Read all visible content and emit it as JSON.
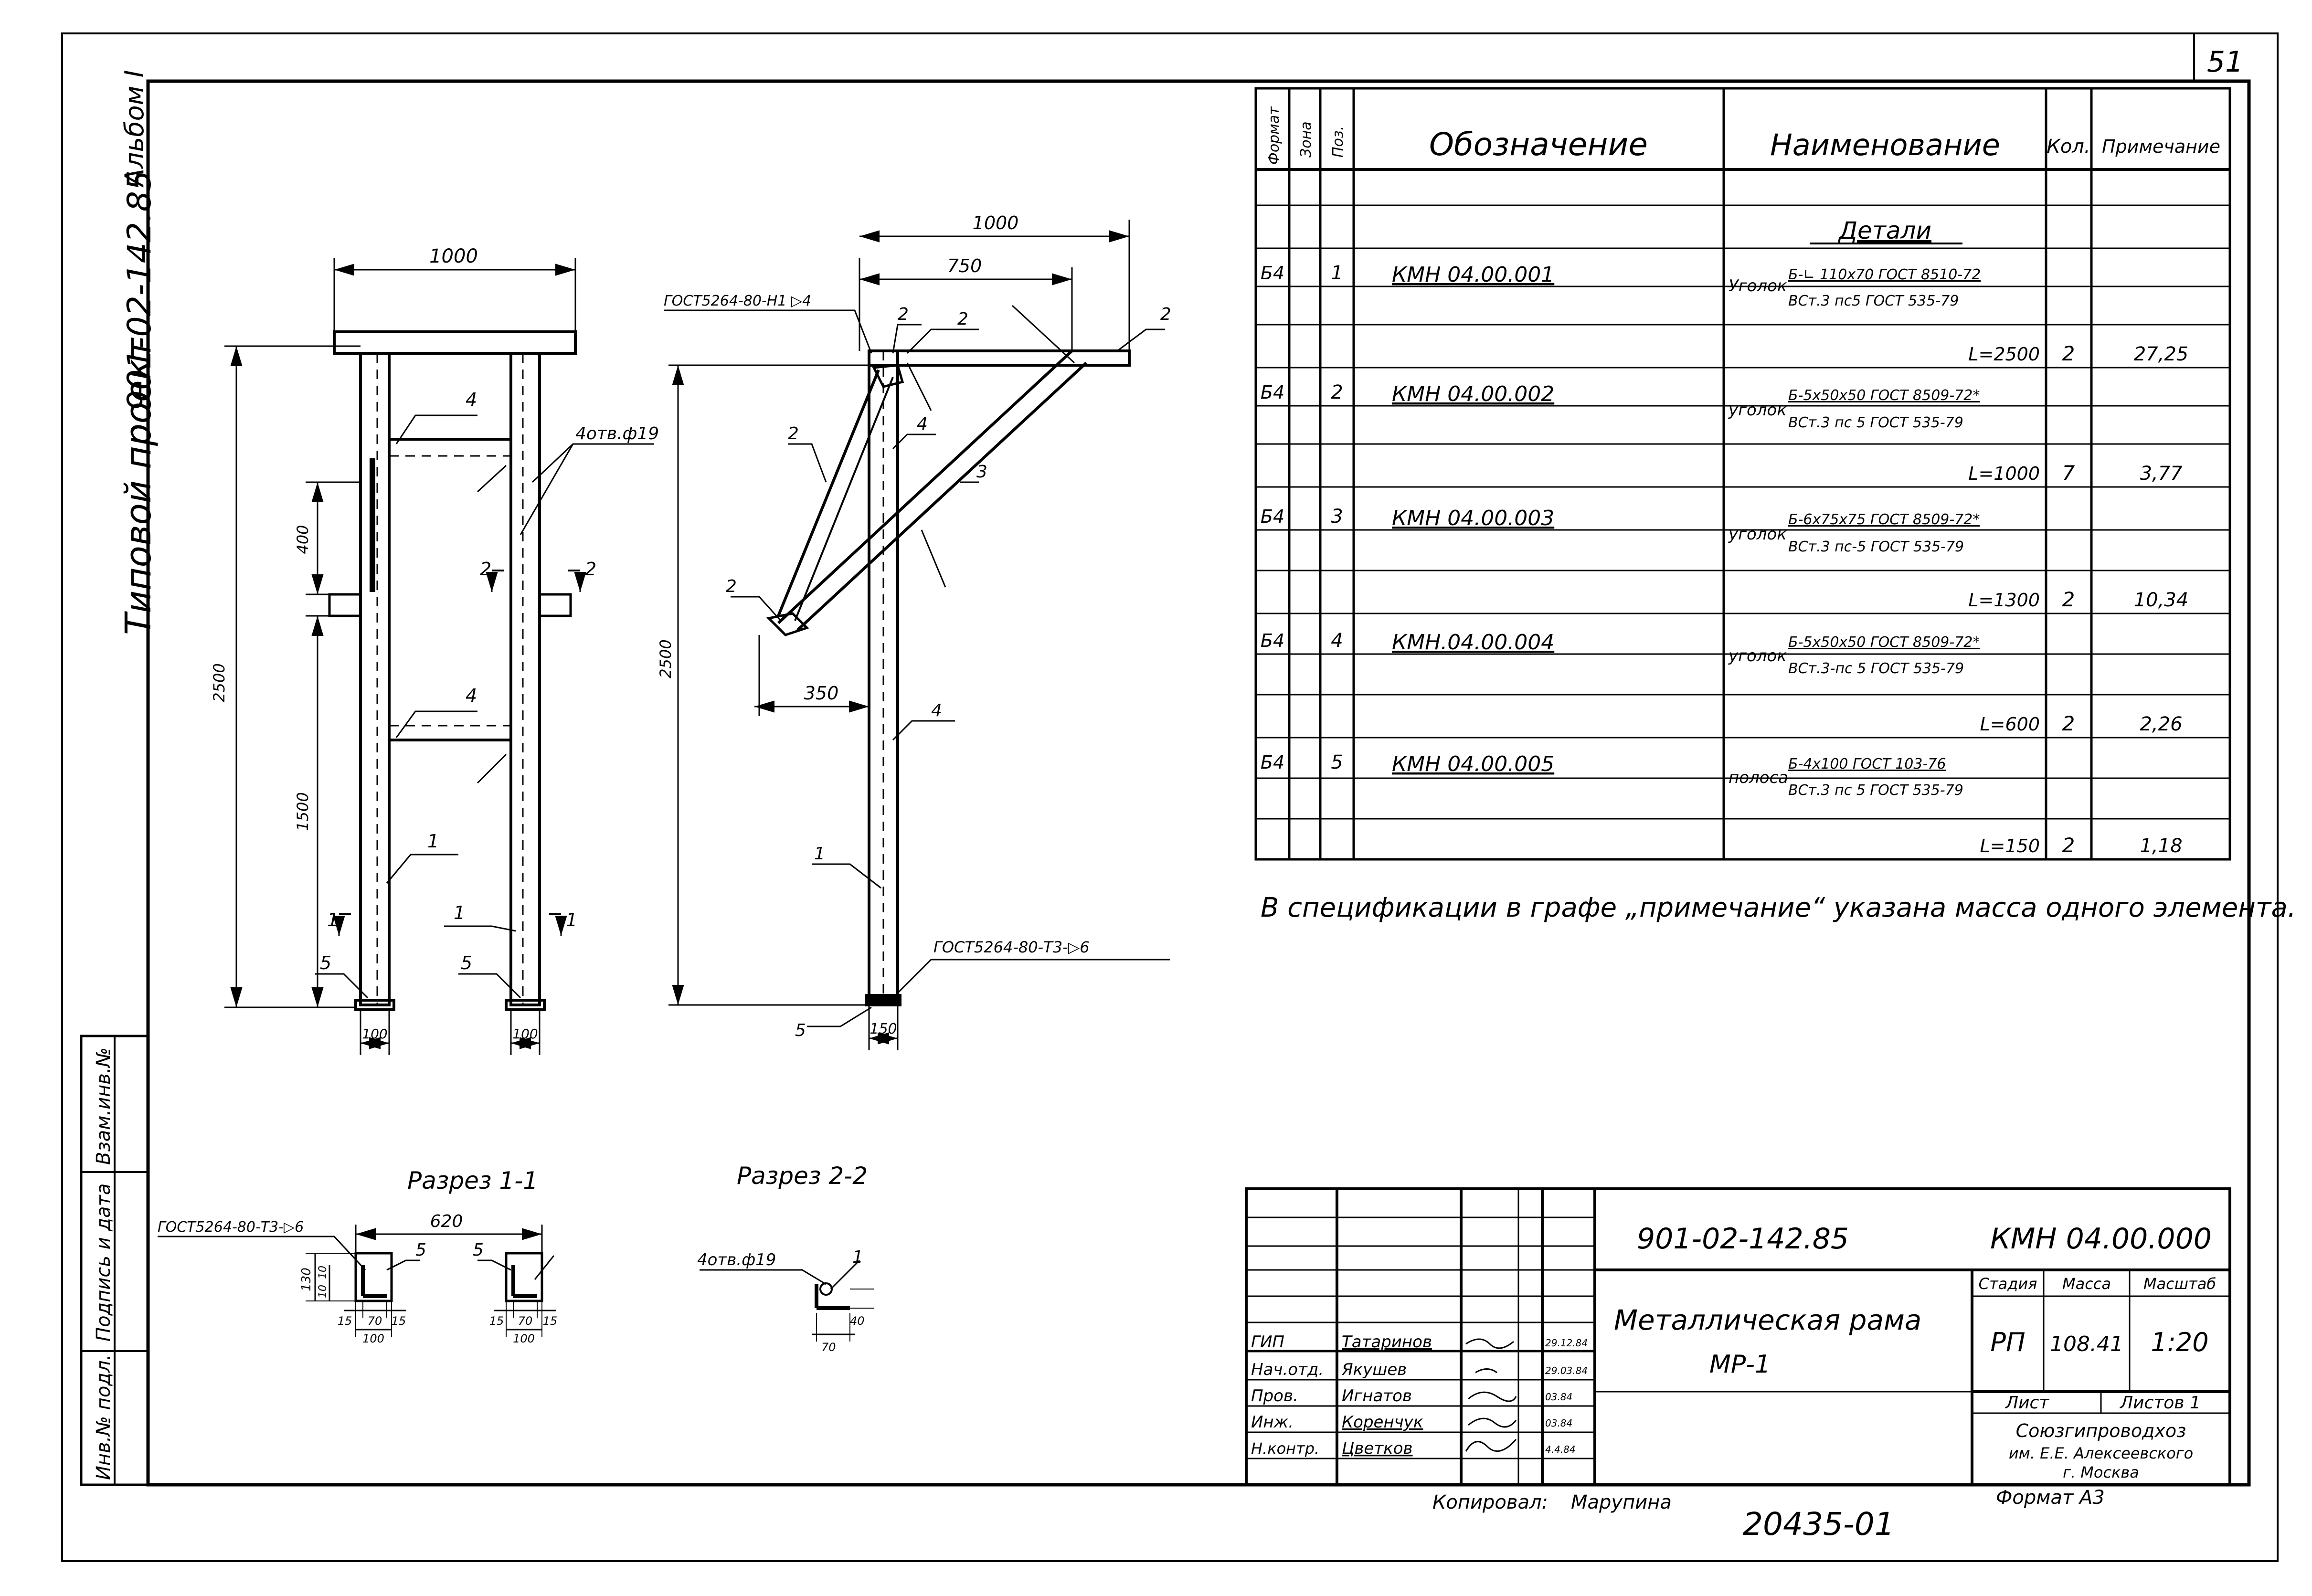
{
  "sheet": {
    "page_number": "51",
    "side_title": "Типовой проект",
    "side_code": "901-02-142.85",
    "side_album": "Альбом I",
    "side_labels": [
      "Инв.№ подл.",
      "Подпись и дата",
      "Взам.инв.№"
    ],
    "copied_label": "Копировал:",
    "copied_by": "Марупина",
    "format": "Формат А3",
    "archive_no": "20435-01"
  },
  "spec_table": {
    "headers": {
      "format": "Формат",
      "zone": "Зона",
      "pos": "Поз.",
      "designation": "Обозначение",
      "name": "Наименование",
      "qty": "Кол.",
      "note": "Примечание"
    },
    "section": "Детали",
    "rows": [
      {
        "format": "Б4",
        "pos": "1",
        "designation": "КМН 04.00.001",
        "name_prefix": "Уголок",
        "name_line1": "Б-∟ 110х70 ГОСТ 8510-72",
        "name_line2": "ВСт.3 пс5 ГОСТ 535-79",
        "length": "L=2500",
        "qty": "2",
        "mass": "27,25"
      },
      {
        "format": "Б4",
        "pos": "2",
        "designation": "КМН 04.00.002",
        "name_prefix": "уголок",
        "name_line1": "Б-5х50х50 ГОСТ 8509-72*",
        "name_line2": "ВСт.3 пс 5 ГОСТ 535-79",
        "length": "L=1000",
        "qty": "7",
        "mass": "3,77"
      },
      {
        "format": "Б4",
        "pos": "3",
        "designation": "КМН 04.00.003",
        "name_prefix": "уголок",
        "name_line1": "Б-6х75х75 ГОСТ 8509-72*",
        "name_line2": "ВСт.3 пс-5 ГОСТ 535-79",
        "length": "L=1300",
        "qty": "2",
        "mass": "10,34"
      },
      {
        "format": "Б4",
        "pos": "4",
        "designation": "КМН.04.00.004",
        "name_prefix": "уголок",
        "name_line1": "Б-5х50х50 ГОСТ 8509-72*",
        "name_line2": "ВСт.3-пс 5 ГОСТ 535-79",
        "length": "L=600",
        "qty": "2",
        "mass": "2,26"
      },
      {
        "format": "Б4",
        "pos": "5",
        "designation": "КМН 04.00.005",
        "name_prefix": "полоса",
        "name_line1": "Б-4х100 ГОСТ 103-76",
        "name_line2": "ВСт.3 пс 5 ГОСТ 535-79",
        "length": "L=150",
        "qty": "2",
        "mass": "1,18"
      }
    ]
  },
  "note": "В спецификации в графе „примечание“ указана масса одного элемента.",
  "title_block": {
    "project_code": "901-02-142.85",
    "doc_code": "КМН 04.00.000",
    "title": "Металлическая рама",
    "subtitle": "МР-1",
    "stage_header": "Стадия",
    "mass_header": "Масса",
    "scale_header": "Масштаб",
    "stage": "РП",
    "mass": "108.41",
    "scale": "1:20",
    "sheet_label": "Лист",
    "sheets_label": "Листов 1",
    "organization": "Союзгипроводхоз",
    "organization_line2": "им. Е.Е. Алексеевского",
    "organization_line3": "г. Москва",
    "signatures": [
      {
        "role": "ГИП",
        "name": "Татаринов",
        "date": "29.12.84"
      },
      {
        "role": "Нач.отд.",
        "name": "Якушев",
        "date": "29.03.84"
      },
      {
        "role": "Пров.",
        "name": "Игнатов",
        "date": "03.84"
      },
      {
        "role": "Инж.",
        "name": "Коренчук",
        "date": "03.84"
      },
      {
        "role": "Н.контр.",
        "name": "Цветков",
        "date": "4.4.84"
      }
    ]
  },
  "drawing": {
    "front_dims": {
      "top_width": "1000",
      "height": "2500",
      "upper": "400",
      "lower": "1500",
      "base_left": "100",
      "base_right": "100"
    },
    "front_labels": {
      "holes": "4отв.ф19",
      "gost": "ГОСТ5264-80-Н1 ▷4"
    },
    "side_dims": {
      "top_width": "1000",
      "brace_offset": "750",
      "height": "2500",
      "bottom_offset": "350",
      "base": "150"
    },
    "side_weld": "ГОСТ5264-80-Т3-▷6",
    "section_1_title": "Разрез 1-1",
    "section_2_title": "Разрез 2-2",
    "section_1_gost": "ГОСТ5264-80-Т3-▷6",
    "section_1_dims": {
      "span": "620",
      "h1": "130",
      "h2": "10",
      "h3": "10",
      "a": "15",
      "b": "70",
      "c": "15",
      "w": "100",
      "a2": "15",
      "b2": "70",
      "c2": "15",
      "w2": "100"
    },
    "section_2_holes": "4отв.ф19",
    "section_2_dims": {
      "d1": "40",
      "d2": "70"
    },
    "positions": [
      "1",
      "2",
      "3",
      "4",
      "5"
    ],
    "cut_marks": [
      "1",
      "2"
    ]
  }
}
